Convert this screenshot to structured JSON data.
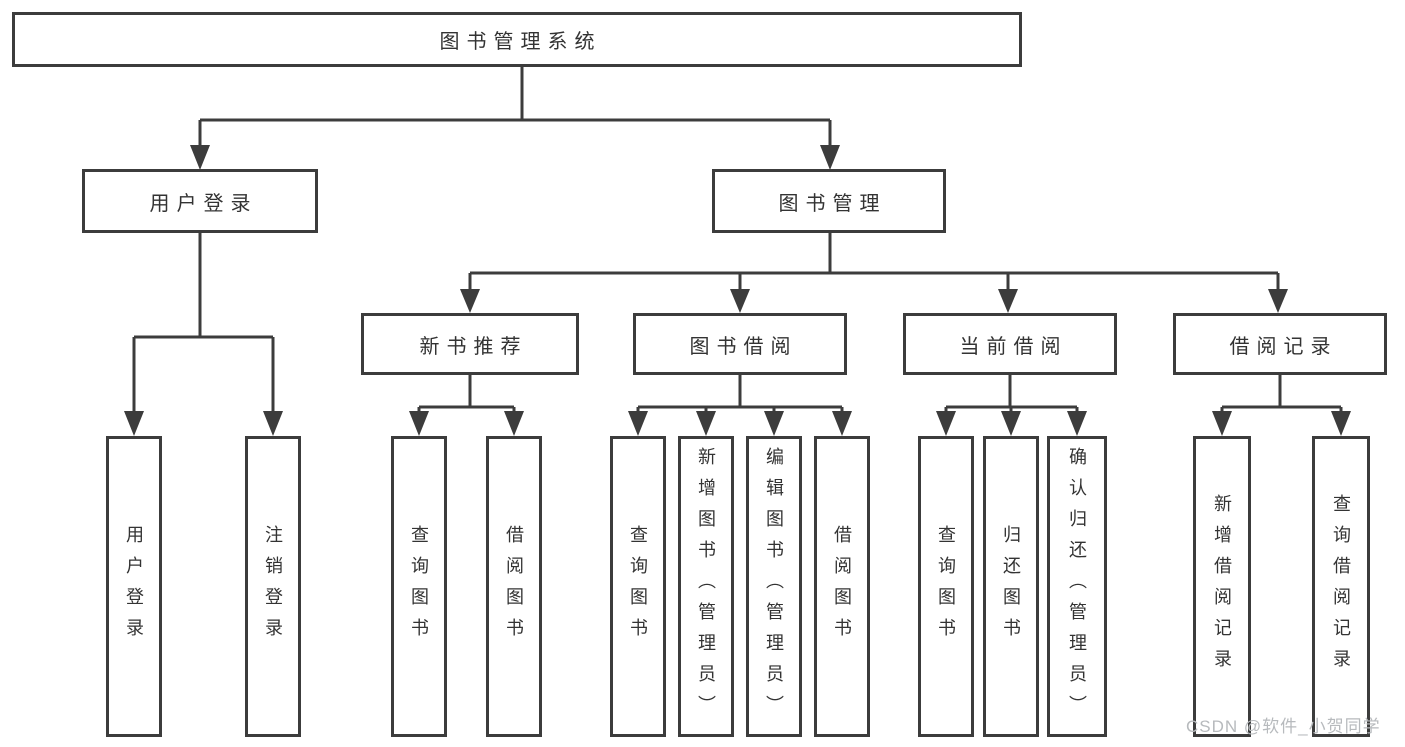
{
  "diagram": {
    "root_label": "图书管理系统",
    "level2": {
      "user_login": "用户登录",
      "book_mgmt": "图书管理"
    },
    "level3": {
      "new_books": "新书推荐",
      "borrow": "图书借阅",
      "current": "当前借阅",
      "records": "借阅记录"
    },
    "leaves": {
      "user_login": [
        "用户登录",
        "注销登录"
      ],
      "new_books": [
        "查询图书",
        "借阅图书"
      ],
      "borrow": [
        "查询图书",
        "新增图书（管理员）",
        "编辑图书（管理员）",
        "借阅图书"
      ],
      "current": [
        "查询图书",
        "归还图书",
        "确认归还（管理员）"
      ],
      "records": [
        "新增借阅记录",
        "查询借阅记录"
      ]
    }
  },
  "watermark": "CSDN @软件_小贺同学",
  "colors": {
    "line": "#3c3c3c",
    "text": "#333333",
    "watermark": "#b7babd",
    "background": "#ffffff"
  }
}
